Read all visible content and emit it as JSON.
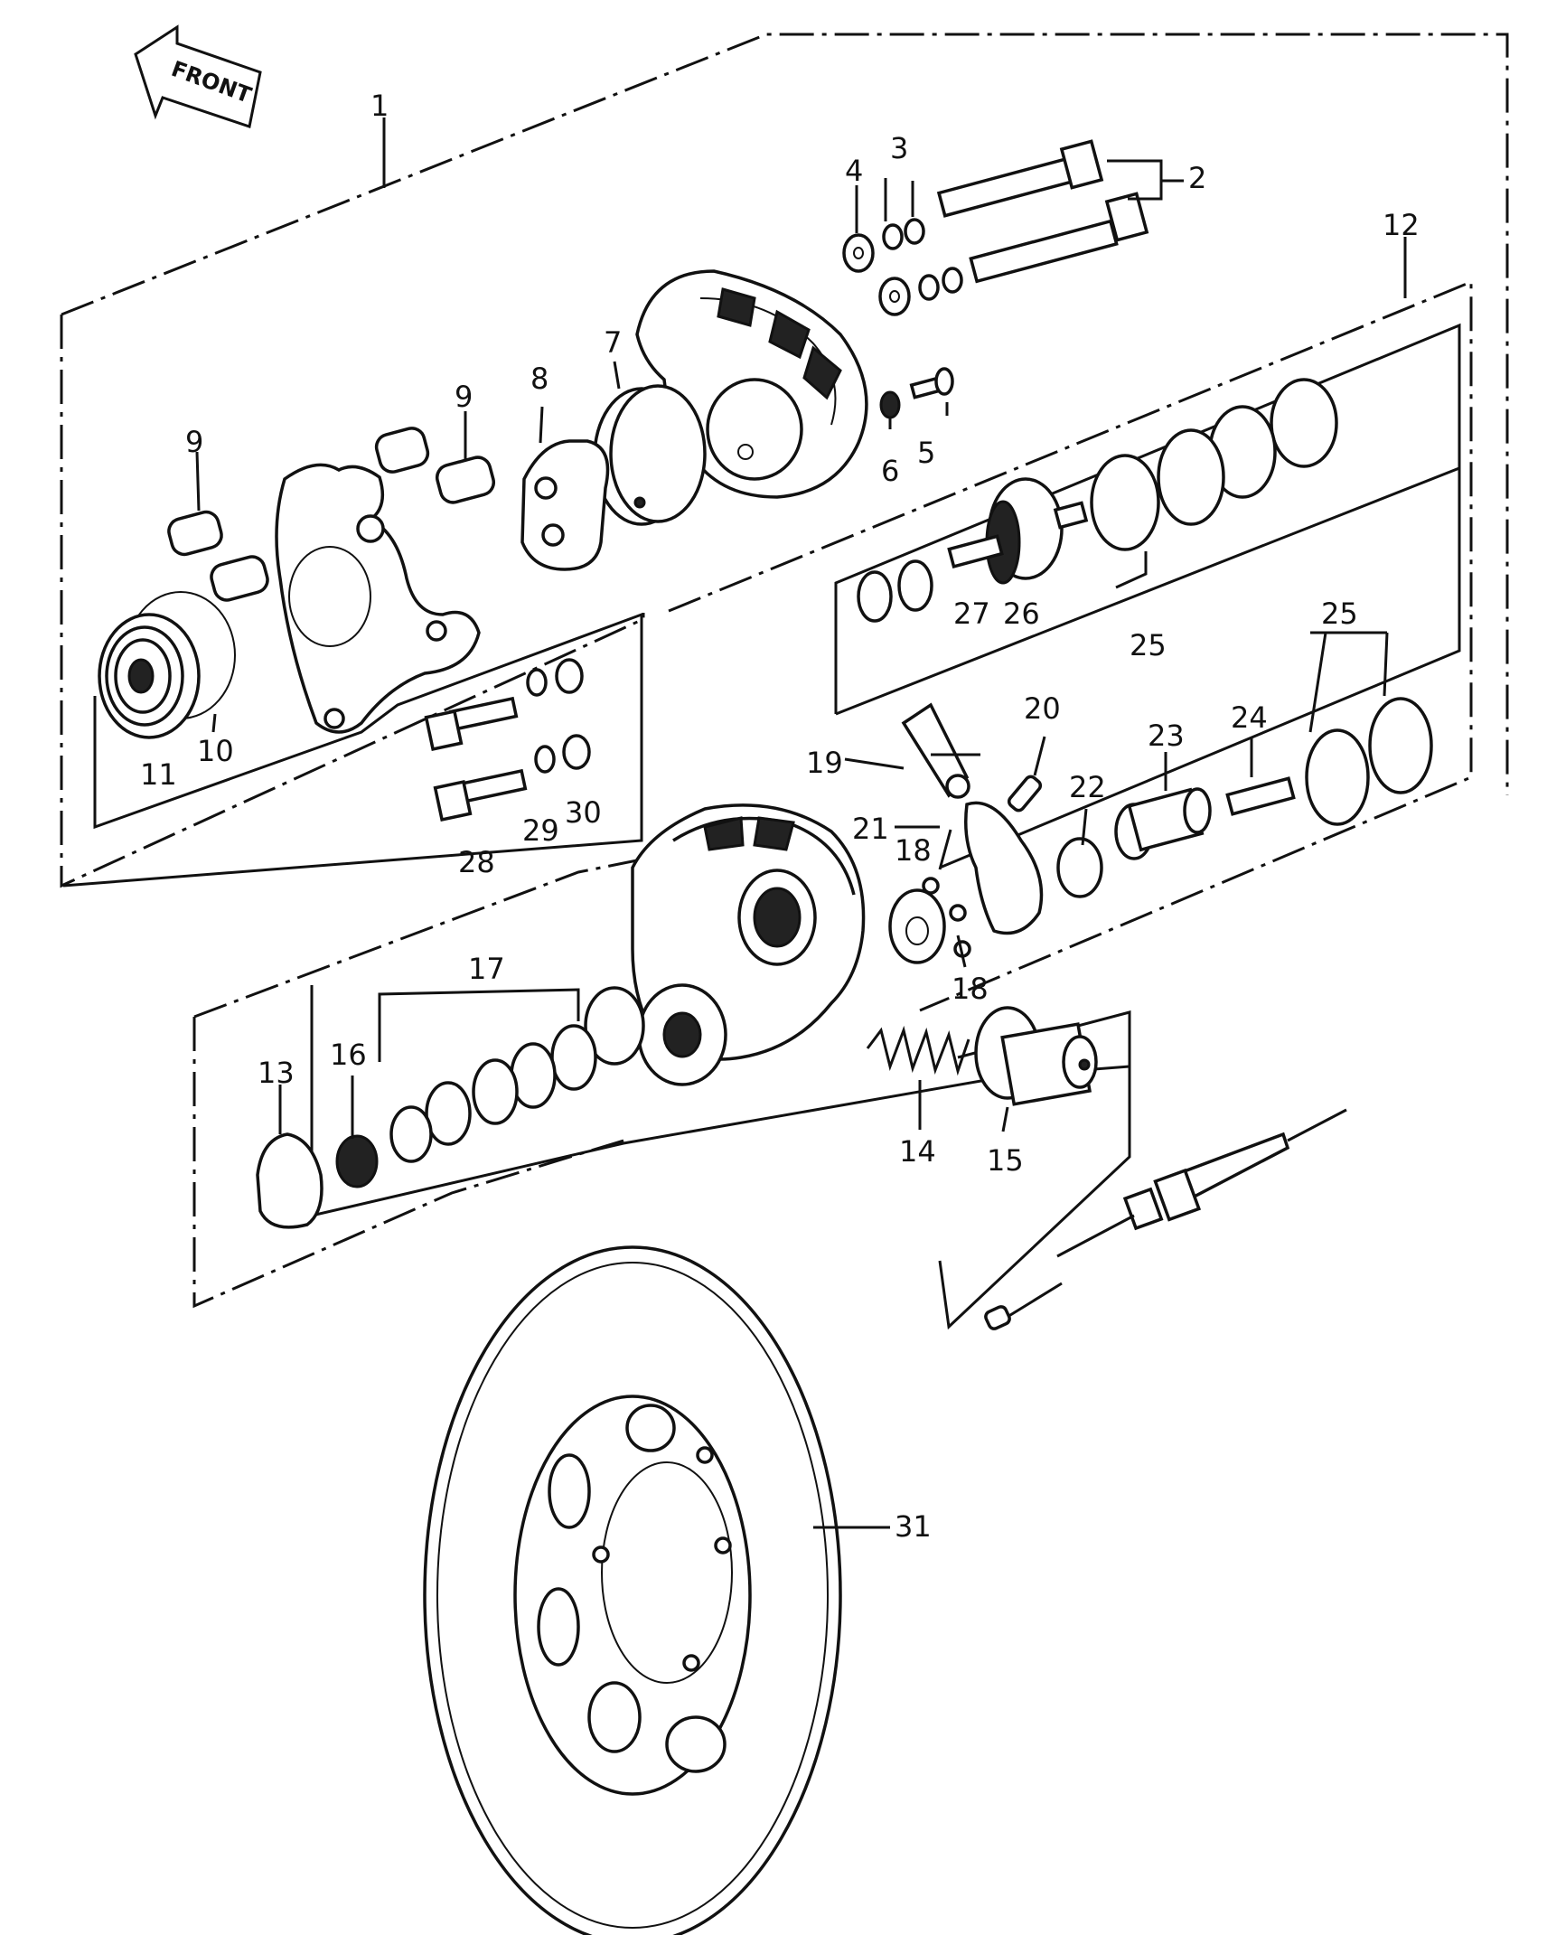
{
  "front_arrow_text": "FRONT",
  "labels": {
    "p1": "1",
    "p2": "2",
    "p3": "3",
    "p4": "4",
    "p5": "5",
    "p6": "6",
    "p7": "7",
    "p8": "8",
    "p9a": "9",
    "p9b": "9",
    "p10": "10",
    "p11": "11",
    "p12": "12",
    "p13": "13",
    "p14": "14",
    "p15": "15",
    "p16": "16",
    "p17": "17",
    "p18a": "18",
    "p18b": "18",
    "p19": "19",
    "p20": "20",
    "p21": "21",
    "p22": "22",
    "p23": "23",
    "p24": "24",
    "p25a": "25",
    "p25b": "25",
    "p26": "26",
    "p27": "27",
    "p28": "28",
    "p29": "29",
    "p30": "30",
    "p31": "31"
  },
  "colors": {
    "ink": "#111111",
    "paper": "#ffffff"
  }
}
